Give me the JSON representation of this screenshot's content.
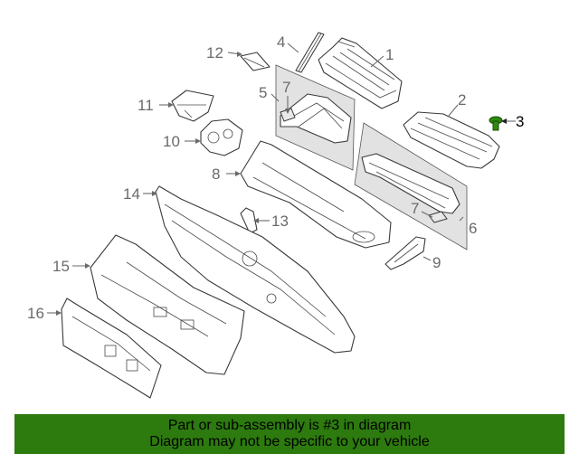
{
  "callouts": [
    {
      "id": "1",
      "label": "1"
    },
    {
      "id": "2",
      "label": "2"
    },
    {
      "id": "3",
      "label": "3",
      "highlight": true
    },
    {
      "id": "4",
      "label": "4"
    },
    {
      "id": "5",
      "label": "5"
    },
    {
      "id": "6",
      "label": "6"
    },
    {
      "id": "7a",
      "label": "7"
    },
    {
      "id": "7b",
      "label": "7"
    },
    {
      "id": "8",
      "label": "8"
    },
    {
      "id": "9",
      "label": "9"
    },
    {
      "id": "10",
      "label": "10"
    },
    {
      "id": "11",
      "label": "11"
    },
    {
      "id": "12",
      "label": "12"
    },
    {
      "id": "13",
      "label": "13"
    },
    {
      "id": "14",
      "label": "14"
    },
    {
      "id": "15",
      "label": "15"
    },
    {
      "id": "16",
      "label": "16"
    }
  ],
  "highlight_color": "#2d8a0f",
  "banner": {
    "line1": "Part or sub-assembly is #3 in diagram",
    "line2": "Diagram may not be specific to your vehicle",
    "background": "#2d7a0f"
  }
}
